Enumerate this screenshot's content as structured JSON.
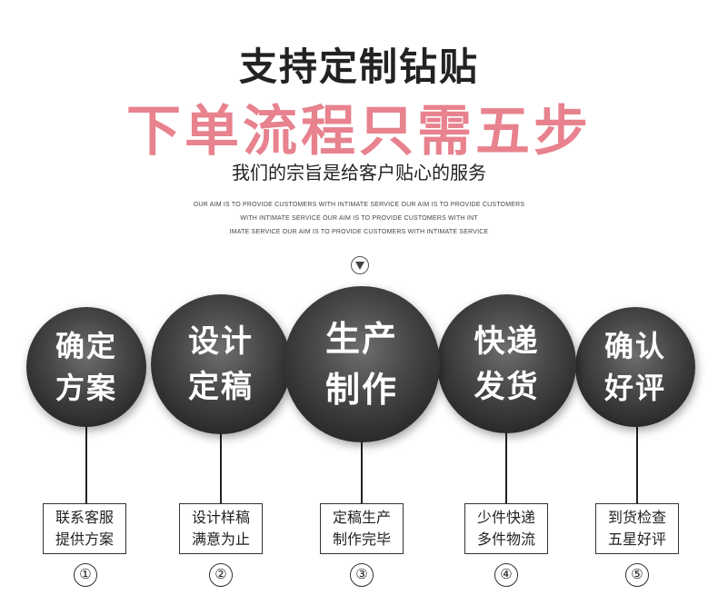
{
  "header": {
    "title": "支持定制钻贴",
    "subtitle": "下单流程只需五步",
    "tagline": "我们的宗旨是给客户贴心的服务",
    "english_lines": [
      "OUR AIM IS TO PROVIDE CUSTOMERS WITH INTIMATE SERVICE OUR AIM IS TO PROVIDE CUSTOMERS",
      "WITH INTIMATE SERVICE OUR AIM IS TO PROVIDE CUSTOMERS WITH INT",
      "IMATE SERVICE OUR AIM IS TO PROVIDE CUSTOMERS WITH INTIMATE SERVICE"
    ]
  },
  "scroll_icon": "chevron-down-circle-icon",
  "colors": {
    "accent_pink": "#e8828e",
    "circle_dark": "#2a2a2a",
    "text": "#222222"
  },
  "steps": [
    {
      "line1": "确定",
      "line2": "方案",
      "desc1": "联系客服",
      "desc2": "提供方案",
      "number": "①"
    },
    {
      "line1": "设计",
      "line2": "定稿",
      "desc1": "设计样稿",
      "desc2": "满意为止",
      "number": "②"
    },
    {
      "line1": "生产",
      "line2": "制作",
      "desc1": "定稿生产",
      "desc2": "制作完毕",
      "number": "③"
    },
    {
      "line1": "快递",
      "line2": "发货",
      "desc1": "少件快递",
      "desc2": "多件物流",
      "number": "④"
    },
    {
      "line1": "确认",
      "line2": "好评",
      "desc1": "到货检查",
      "desc2": "五星好评",
      "number": "⑤"
    }
  ]
}
